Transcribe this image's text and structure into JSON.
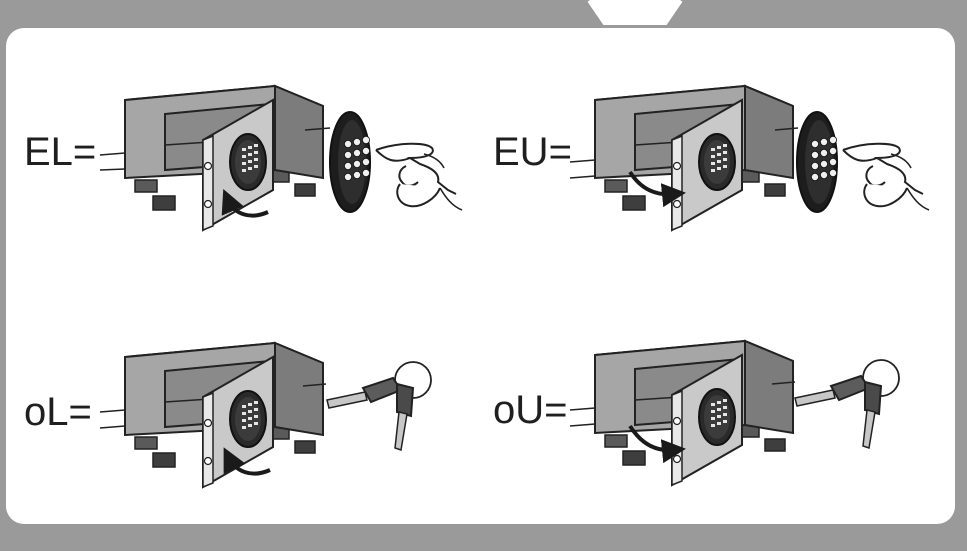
{
  "panel": {
    "frame_color": "#9a9a9a",
    "inner_color": "#ffffff"
  },
  "cells": [
    {
      "label": "EL=",
      "lock": "electronic",
      "door_icon": "curved-arrow-icon",
      "door_direction": "left-hinged-close",
      "accessory": "keypad-with-finger-icon"
    },
    {
      "label": "EU=",
      "lock": "electronic",
      "door_icon": "curved-arrow-icon",
      "door_direction": "right-hinged-open",
      "accessory": "keypad-with-finger-icon"
    },
    {
      "label": "oL=",
      "lock": "key",
      "door_icon": "curved-arrow-icon",
      "door_direction": "left-hinged-close",
      "accessory": "key-ring-icon"
    },
    {
      "label": "oU=",
      "lock": "key",
      "door_icon": "curved-arrow-icon",
      "door_direction": "right-hinged-open",
      "accessory": "key-ring-icon"
    }
  ]
}
